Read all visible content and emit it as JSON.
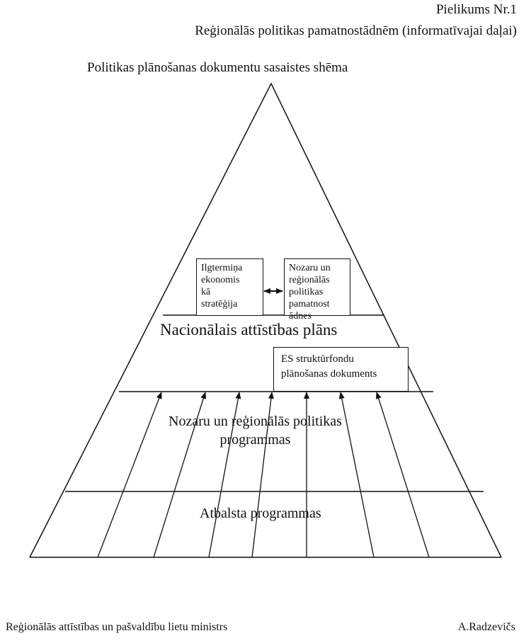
{
  "header": {
    "annex": "Pielikums Nr.1",
    "subtitle": "Reģionālās politikas pamatnostādnēm (informatīvajai daļai)",
    "title": "Politikas plānošanas dokumentu sasaistes shēma"
  },
  "diagram": {
    "box_left": [
      "Ilgtermiņa",
      "ekonomis",
      "kā",
      "stratēģija"
    ],
    "box_right": [
      "Nozaru un",
      "reģionālās",
      "politikas",
      "pamatnost",
      "ādnes"
    ],
    "level_national": "Nacionālais attīstības plāns",
    "box_es": [
      "ES struktūrfondu",
      "plānošanas dokuments"
    ],
    "level_programs": [
      "Nozaru un reģionālās politikas",
      "programmas"
    ],
    "level_support": "Atbalsta programmas"
  },
  "footer": {
    "position": "Reģionālās attīstības un pašvaldību lietu ministrs",
    "name": "A.Radzevičs"
  }
}
